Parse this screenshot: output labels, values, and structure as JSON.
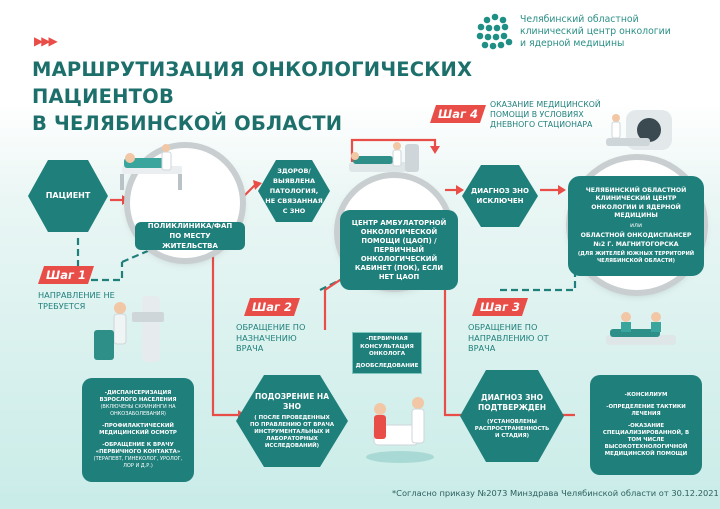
{
  "header": {
    "arrows": "▶▶▶",
    "title_line1": "МАРШРУТИЗАЦИЯ ОНКОЛОГИЧЕСКИХ ПАЦИЕНТОВ",
    "title_line2": "В ЧЕЛЯБИНСКОЙ ОБЛАСТИ",
    "logo_line1": "Челябинский областной",
    "logo_line2": "клинический центр онкологии",
    "logo_line3": "и ядерной медицины"
  },
  "nodes": {
    "patient": "ПАЦИЕНТ",
    "polyclinic": "ПОЛИКЛИНИКА/ФАП ПО МЕСТУ ЖИТЕЛЬСТВА",
    "healthy": "ЗДОРОВ/ ВЫЯВЛЕНА ПАТОЛОГИЯ, НЕ СВЯЗАННАЯ С ЗНО",
    "caop": "ЦЕНТР АМБУЛАТОРНОЙ ОНКОЛОГИЧЕСКОЙ ПОМОЩИ (ЦАОП) / ПЕРВИЧНЫЙ ОНКОЛОГИЧЕСКИЙ КАБИНЕТ (ПОК), ЕСЛИ НЕТ ЦАОП",
    "excluded": "ДИАГНОЗ ЗНО ИСКЛЮЧЕН",
    "center_line1": "ЧЕЛЯБИНСКИЙ ОБЛАСТНОЙ КЛИНИЧЕСКИЙ ЦЕНТР ОНКОЛОГИИ И ЯДЕРНОЙ МЕДИЦИНЫ",
    "center_or": "или",
    "center_line2": "ОБЛАСТНОЙ ОНКОДИСПАНСЕР №2 Г. МАГНИТОГОРСКА",
    "center_note": "(ДЛЯ ЖИТЕЛЕЙ ЮЖНЫХ ТЕРРИТОРИЙ ЧЕЛЯБИНСКОЙ ОБЛАСТИ)",
    "suspicion_title": "ПОДОЗРЕНИЕ НА ЗНО",
    "suspicion_note": "( ПОСЛЕ ПРОВЕДЕННЫХ ПО ПРАВЛЕНИЮ ОТ ВРАЧА ИНСТРУМЕНТАЛЬНЫХ И ЛАБОРАТОРНЫХ ИССЛЕДОВАНИЙ)",
    "confirmed_title": "ДИАГНОЗ ЗНО ПОДТВЕРЖДЕН",
    "confirmed_note": "(УСТАНОВЛЕНЫ РАСПРОСТРАНЕННОСТЬ И СТАДИЯ)",
    "consult1": "-ПЕРВИЧНАЯ КОНСУЛЬТАЦИЯ ОНКОЛОГА",
    "consult2": "ДООБСЛЕДОВАНИЕ"
  },
  "steps": {
    "step1": "Шаг 1",
    "step1_text": "НАПРАВЛЕНИЕ НЕ ТРЕБУЕТСЯ",
    "step2": "Шаг 2",
    "step2_text": "ОБРАЩЕНИЕ ПО НАЗНАЧЕНИЮ ВРАЧА",
    "step3": "Шаг 3",
    "step3_text": "ОБРАЩЕНИЕ ПО НАПРАВЛЕНИЮ ОТ ВРАЧА",
    "step4": "Шаг 4",
    "step4_text": "ОКАЗАНИЕ МЕДИЦИНСКОЙ ПОМОЩИ В УСЛОВИЯХ ДНЕВНОГО СТАЦИОНАРА"
  },
  "left_list": {
    "item1": "-ДИСПАНСЕРИЗАЦИЯ ВЗРОСЛОГО НАСЕЛЕНИЯ",
    "item1_note": "(ВКЛЮЧЕНЫ СКРИНИНГИ НА ОНКОЗАБОЛЕВАНИЯ)",
    "item2": "-ПРОФИЛАКТИЧЕСКИЙ МЕДИЦИНСКИЙ ОСМОТР",
    "item3": "-ОБРАЩЕНИЕ К ВРАЧУ «ПЕРВИЧНОГО КОНТАКТА»",
    "item3_note": "(ТЕРАПЕВТ, ГИНЕКОЛОГ, УРОЛОГ, ЛОР И Д.Р.)"
  },
  "right_list": {
    "item1": "-КОНСИЛИУМ",
    "item2": "-ОПРЕДЕЛЕНИЕ ТАКТИКИ ЛЕЧЕНИЯ",
    "item3": "-ОКАЗАНИЕ СПЕЦИАЛИЗИРОВАННОЙ, В ТОМ ЧИСЛЕ ВЫСОКОТЕХНОЛОГИЧНОЙ МЕДИЦИНСКОЙ ПОМОЩИ"
  },
  "footnote": "*Согласно приказу №2073 Минздрава Челябинской области от 30.12.2021",
  "colors": {
    "teal": "#1f7f7b",
    "red": "#e94d48",
    "title": "#1d6f6b"
  }
}
